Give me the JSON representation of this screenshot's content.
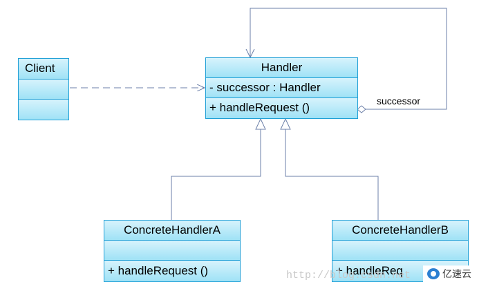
{
  "client": {
    "name": "Client"
  },
  "handler": {
    "name": "Handler",
    "attribute": "-  successor  : Handler",
    "operation": "+  handleRequest ()"
  },
  "concrete_a": {
    "name": "ConcreteHandlerA",
    "operation": "+  handleRequest ()"
  },
  "concrete_b": {
    "name": "ConcreteHandlerB",
    "operation": "+  handleReq"
  },
  "association": {
    "role": "successor"
  },
  "watermark": {
    "text": "http://blog.csdn.net",
    "logo_text": "亿速云"
  },
  "colors": {
    "box_border": "#1f9fd6",
    "fill_top": "#d7f3fc",
    "fill_bottom": "#9fe2f6",
    "line": "#6b7fa8"
  }
}
